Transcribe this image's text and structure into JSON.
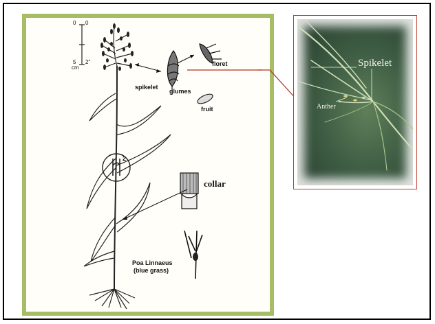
{
  "scale": {
    "top_left": "0",
    "top_right": "0",
    "bottom_left": "5",
    "bottom_unit": "cm",
    "bottom_right": "2\""
  },
  "labels": {
    "spikelet": "spikelet",
    "glumes": "glumes",
    "floret": "floret",
    "fruit": "fruit",
    "collar": "collar",
    "magnify_number": "2",
    "species_name": "Poa Linnaeus",
    "common_name": "(blue grass)"
  },
  "photo": {
    "spikelet_label": "Spikelet",
    "anther_label": "Anther"
  },
  "colors": {
    "drawing_border": "#a6bd66",
    "photo_border": "#c0392b",
    "connector_line": "#b03020"
  }
}
